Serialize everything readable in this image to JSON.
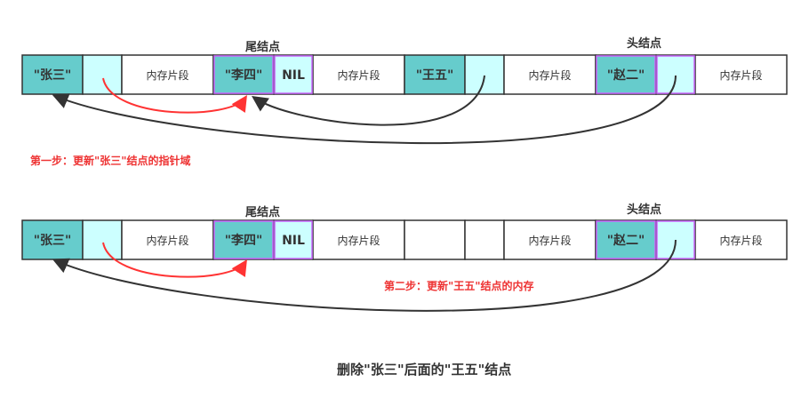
{
  "colors": {
    "data_fill": "#66cccc",
    "pointer_fill": "#ccffff",
    "plain_fill": "#ffffff",
    "border": "#333333",
    "highlight_border": "#cc66ff",
    "red_arrow": "#ff3333",
    "dark_arrow": "#333333",
    "red_text": "#ee3333"
  },
  "rows": [
    {
      "tail_label": "尾结点",
      "head_label": "头结点",
      "cells": [
        {
          "text": "\"张三\"",
          "type": "data"
        },
        {
          "text": "",
          "type": "pointer"
        },
        {
          "text": "内存片段",
          "type": "plain"
        },
        {
          "text": "\"李四\"",
          "type": "data",
          "highlight": true
        },
        {
          "text": "NIL",
          "type": "pointer",
          "highlight": true
        },
        {
          "text": "内存片段",
          "type": "plain"
        },
        {
          "text": "\"王五\"",
          "type": "data"
        },
        {
          "text": "",
          "type": "pointer"
        },
        {
          "text": "内存片段",
          "type": "plain"
        },
        {
          "text": "\"赵二\"",
          "type": "data",
          "highlight": true
        },
        {
          "text": "",
          "type": "pointer",
          "highlight": true
        },
        {
          "text": "内存片段",
          "type": "plain"
        }
      ],
      "step_text": "第一步：更新\"张三\"结点的指针域"
    },
    {
      "tail_label": "尾结点",
      "head_label": "头结点",
      "cells": [
        {
          "text": "\"张三\"",
          "type": "data"
        },
        {
          "text": "",
          "type": "pointer"
        },
        {
          "text": "内存片段",
          "type": "plain"
        },
        {
          "text": "\"李四\"",
          "type": "data",
          "highlight": true
        },
        {
          "text": "NIL",
          "type": "pointer",
          "highlight": true
        },
        {
          "text": "内存片段",
          "type": "plain"
        },
        {
          "text": "",
          "type": "plain"
        },
        {
          "text": "",
          "type": "plain"
        },
        {
          "text": "内存片段",
          "type": "plain"
        },
        {
          "text": "\"赵二\"",
          "type": "data",
          "highlight": true
        },
        {
          "text": "",
          "type": "pointer",
          "highlight": true
        },
        {
          "text": "内存片段",
          "type": "plain"
        }
      ],
      "step_text": "第二步：更新\"王五\"结点的内存"
    }
  ],
  "caption": "删除\"张三\"后面的\"王五\"结点"
}
